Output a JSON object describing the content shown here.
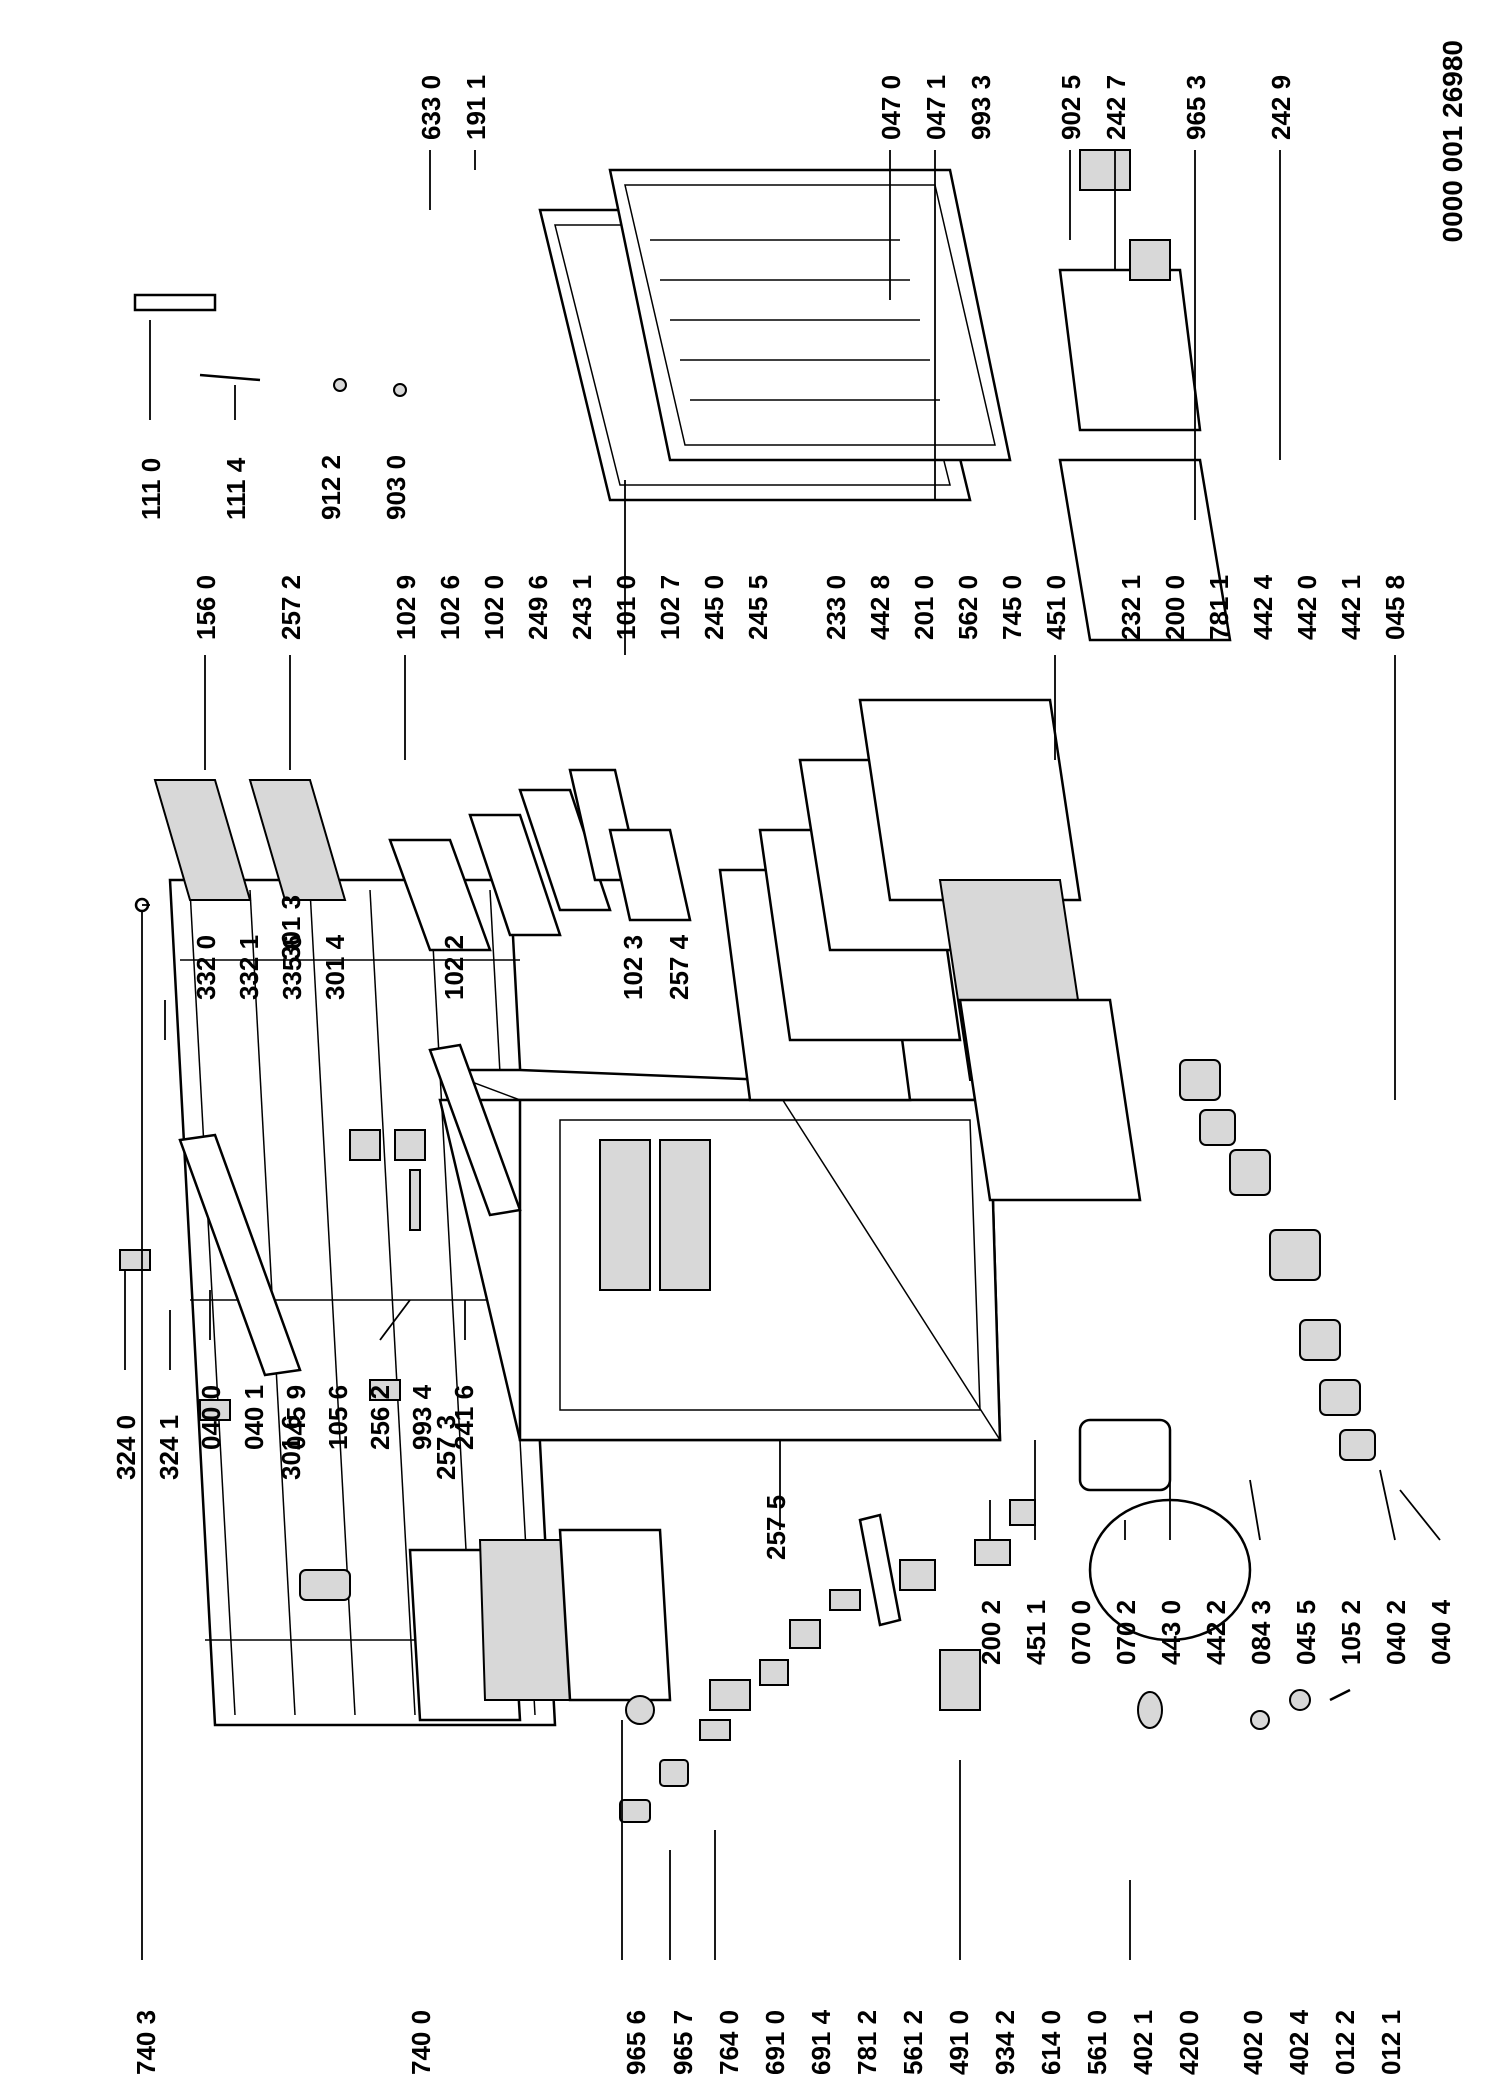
{
  "document_number": "0000 001 26980",
  "part_labels": [
    "740 3",
    "740 0",
    "965 6",
    "965 7",
    "764 0",
    "691 0",
    "691 4",
    "781 2",
    "561 2",
    "491 0",
    "934 2",
    "614 0",
    "561 0",
    "402 1",
    "420 0",
    "402 0",
    "402 4",
    "012 2",
    "012 1",
    "040 0",
    "040 1",
    "045 9",
    "105 6",
    "256 2",
    "993 4",
    "241 6",
    "324 0",
    "324 1",
    "301 6",
    "257 3",
    "257 5",
    "200 2",
    "451 1",
    "070 0",
    "070 2",
    "443 0",
    "442 2",
    "084 3",
    "045 5",
    "105 2",
    "040 2",
    "040 4",
    "332 0",
    "332 1",
    "335 6",
    "301 4",
    "301 3",
    "102 2",
    "102 3",
    "257 4",
    "156 0",
    "257 2",
    "102 9",
    "102 6",
    "102 0",
    "249 6",
    "243 1",
    "101 0",
    "102 7",
    "245 0",
    "245 5",
    "233 0",
    "442 8",
    "201 0",
    "562 0",
    "745 0",
    "451 0",
    "232 1",
    "200 0",
    "781 1",
    "442 4",
    "442 0",
    "442 1",
    "045 8",
    "111 0",
    "111 4",
    "912 2",
    "903 0",
    "633 0",
    "191 1",
    "047 0",
    "047 1",
    "993 3",
    "902 5",
    "242 7",
    "965 3",
    "242 9"
  ]
}
